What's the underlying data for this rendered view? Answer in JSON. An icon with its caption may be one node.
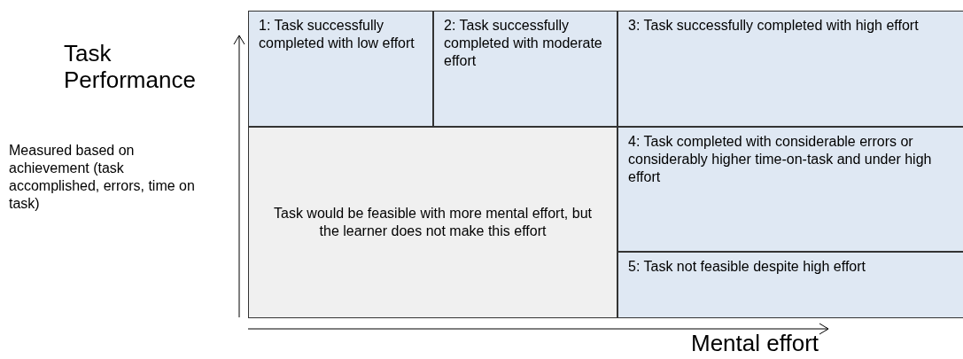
{
  "diagram": {
    "nodes": [
      {
        "text": [
          "1: Task successfully completed with low effort"
        ]
      },
      {
        "text": [
          "2: Task successfully completed with moderate effort"
        ]
      },
      {
        "text": [
          "3: Task successfully completed with high effort"
        ]
      },
      {
        "text": [
          "Task would be feasible with more mental effort, but the learner does not make this effort"
        ]
      },
      {
        "text": [
          "4: Task completed with considerable errors or considerably higher time-on-task and under high effort"
        ]
      },
      {
        "text": [
          "5: Task not feasible despite high effort"
        ]
      }
    ],
    "labels": [
      "Task Performance",
      "Measured based on achievement (task accomplished, errors, time on task)",
      "Mental effort"
    ]
  }
}
